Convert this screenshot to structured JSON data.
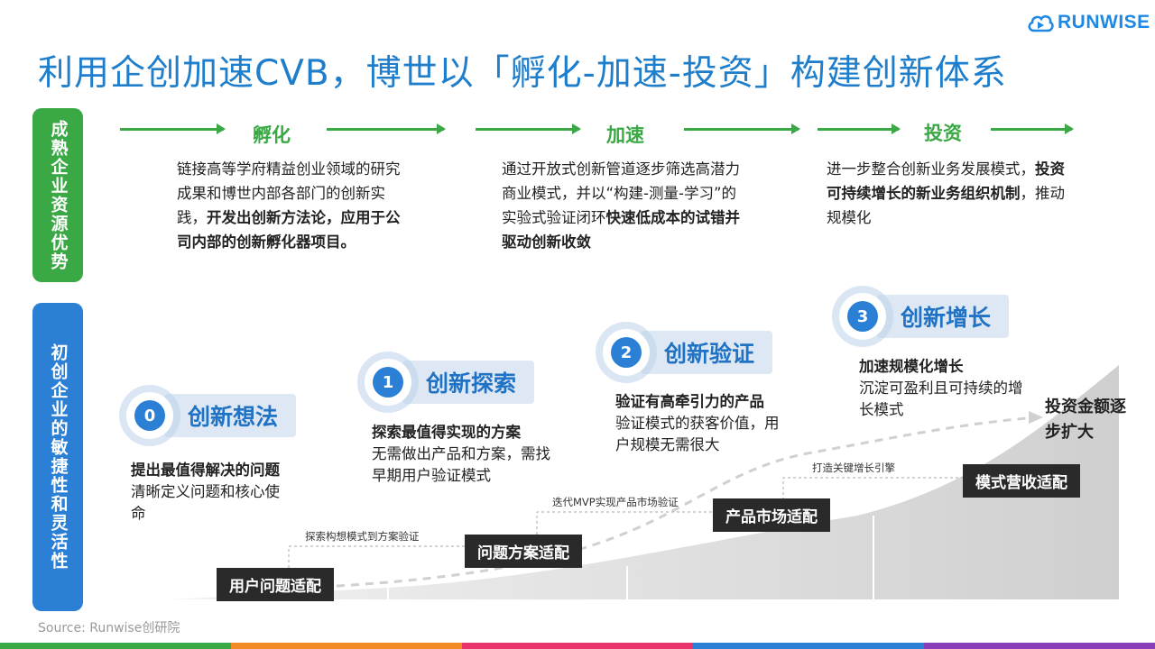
{
  "logo": {
    "text": "RUNWISE",
    "icon": "cloud-play-icon"
  },
  "title": "利用企创加速CVB，博世以「孵化-加速-投资」构建创新体系",
  "side_top": "成熟企业资源优势",
  "side_bottom": "初创企业的敏捷性和灵活性",
  "phases": [
    {
      "title": "孵化",
      "text_plain": "链接高等学府精益创业领域的研究成果和博世内部各部门的创新实践，",
      "text_bold": "开发出创新方法论，应用于公司内部的创新孵化器项目。"
    },
    {
      "title": "加速",
      "text_plain": "通过开放式创新管道逐步筛选高潜力商业模式，并以“构建-测量-学习”的实验式验证闭环",
      "text_bold": "快速低成本的试错并驱动创新收敛"
    },
    {
      "title": "投资",
      "text_plain1": "进一步整合创新业务发展模式，",
      "text_bold": "投资可持续增长的新业务组织机制",
      "text_plain2": "，推动规模化"
    }
  ],
  "stages": [
    {
      "num": "0",
      "label": "创新想法",
      "bold": "提出最值得解决的问题",
      "plain": "清晰定义问题和核心使命"
    },
    {
      "num": "1",
      "label": "创新探索",
      "bold": "探索最值得实现的方案",
      "plain": "无需做出产品和方案，需找早期用户验证模式"
    },
    {
      "num": "2",
      "label": "创新验证",
      "bold": "验证有高牵引力的产品",
      "plain": "验证模式的获客价值，用户规模无需很大"
    },
    {
      "num": "3",
      "label": "创新增长",
      "bold": "加速规模化增长",
      "plain": "沉淀可盈利且可持续的增长模式"
    }
  ],
  "fits": [
    "用户问题适配",
    "问题方案适配",
    "产品市场适配",
    "模式营收适配"
  ],
  "transitions": [
    "探索构想模式到方案验证",
    "迭代MVP实现产品市场验证",
    "打造关键增长引擎"
  ],
  "investment": "投资金额逐步扩大",
  "source": "Source: Runwise创研院",
  "colors": {
    "green": "#3aa844",
    "blue": "#2b7fd4",
    "title": "#1f7ecb",
    "dark": "#2a2a2a"
  }
}
